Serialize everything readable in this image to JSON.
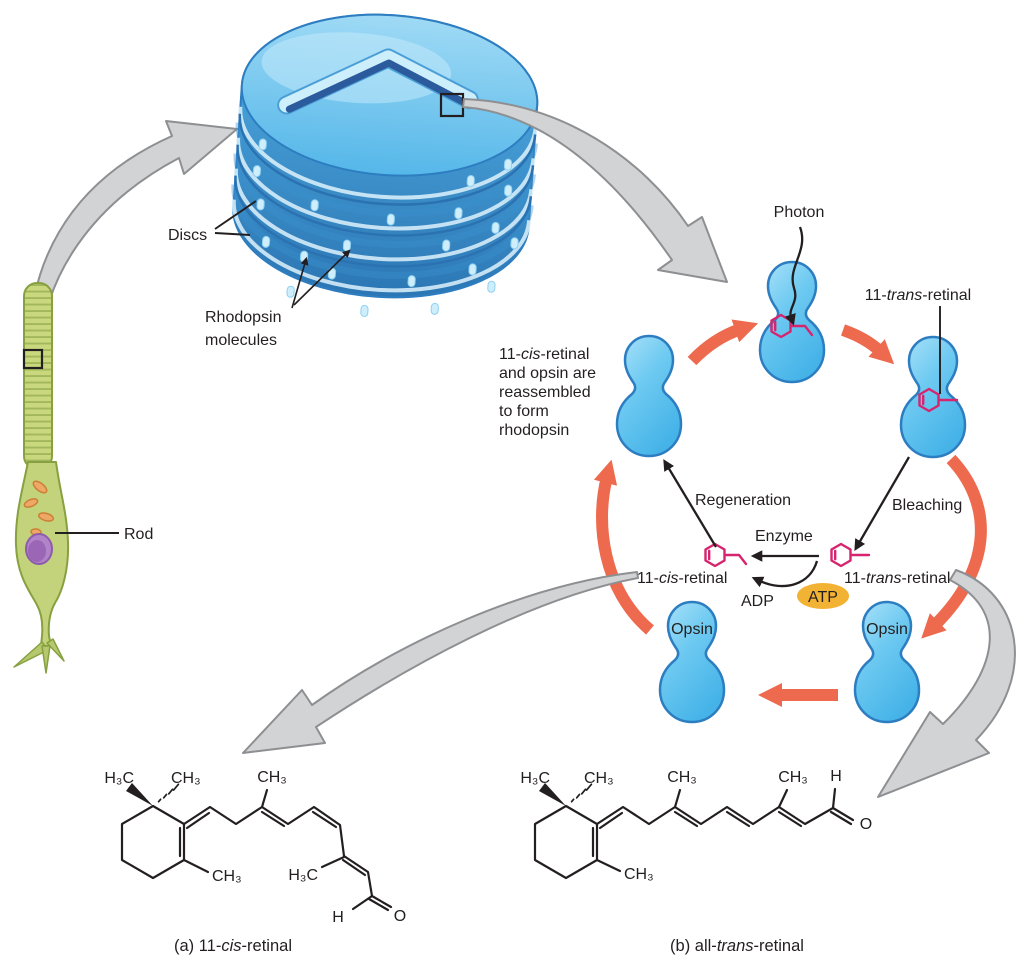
{
  "colors": {
    "shape_blue_fill": "#6ecaf1",
    "shape_blue_stroke": "#2d7dc1",
    "cycle_arrow_salmon": "#ee6a4f",
    "molecule_pink": "#d6246e",
    "atp_fill": "#f2b233",
    "gray_arrow": "#d1d3d4",
    "rod_green": "#c3d37b",
    "text": "#231f20"
  },
  "rod": {
    "label": "Rod"
  },
  "disc_stack": {
    "discs_label": "Discs",
    "rhodopsin_label": {
      "line1": "Rhodopsin",
      "line2": "molecules"
    }
  },
  "cycle": {
    "photon_label": "Photon",
    "trans_retinal_top": {
      "pre": "11-",
      "italic": "trans",
      "post": "-retinal"
    },
    "reassembly_note": {
      "line1_pre": "11-",
      "line1_italic": "cis",
      "line1_post": "-retinal",
      "line2": "and opsin are",
      "line3": "reassembled",
      "line4": "to form",
      "line5": "rhodopsin"
    },
    "regeneration_label": "Regeneration",
    "bleaching_label": "Bleaching",
    "enzyme_label": "Enzyme",
    "cis_retinal_center": {
      "pre": "11-",
      "italic": "cis",
      "post": "-retinal"
    },
    "trans_retinal_center": {
      "pre": "11-",
      "italic": "trans",
      "post": "-retinal"
    },
    "adp_label": "ADP",
    "atp_label": "ATP",
    "opsin_left_label": "Opsin",
    "opsin_right_label": "Opsin"
  },
  "structure_a": {
    "caption": {
      "pre": "(a) 11-",
      "italic": "cis",
      "post": "-retinal"
    },
    "atoms": {
      "h3c_gem": "H₃C",
      "ch3_gem": "CH₃",
      "ch3_c9": "CH₃",
      "ch3_ring": "CH₃",
      "h3c_c13": "H₃C",
      "h_ald": "H",
      "o_ald": "O"
    }
  },
  "structure_b": {
    "caption": {
      "pre": "(b) all-",
      "italic": "trans",
      "post": "-retinal"
    },
    "atoms": {
      "h3c_gem": "H₃C",
      "ch3_gem": "CH₃",
      "ch3_c9": "CH₃",
      "ch3_c13": "CH₃",
      "ch3_ring": "CH₃",
      "h_ald": "H",
      "o_ald": "O"
    }
  }
}
